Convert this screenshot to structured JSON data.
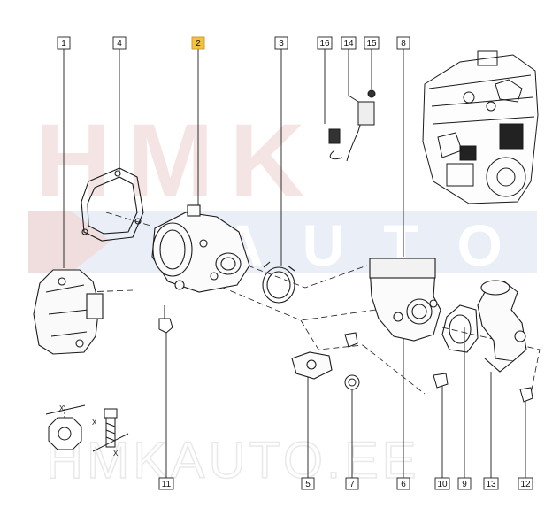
{
  "watermark": {
    "brand_top": "HMK",
    "brand_band": "AUTO",
    "brand_bottom": "HMKAUTO.EE",
    "band_color": "#e8edf6",
    "wm_color": "#f3dede"
  },
  "colors": {
    "line": "#1a1a1a",
    "highlight_box": "#f6c142",
    "callout_border": "#222222"
  },
  "callouts": [
    {
      "id": "1",
      "label": "1",
      "highlighted": false
    },
    {
      "id": "4",
      "label": "4",
      "highlighted": false
    },
    {
      "id": "2",
      "label": "2",
      "highlighted": true
    },
    {
      "id": "3",
      "label": "3",
      "highlighted": false
    },
    {
      "id": "16",
      "label": "16",
      "highlighted": false
    },
    {
      "id": "14",
      "label": "14",
      "highlighted": false
    },
    {
      "id": "15",
      "label": "15",
      "highlighted": false
    },
    {
      "id": "8",
      "label": "8",
      "highlighted": false
    },
    {
      "id": "11",
      "label": "11",
      "highlighted": false
    },
    {
      "id": "5",
      "label": "5",
      "highlighted": false
    },
    {
      "id": "7",
      "label": "7",
      "highlighted": false
    },
    {
      "id": "6",
      "label": "6",
      "highlighted": false
    },
    {
      "id": "10",
      "label": "10",
      "highlighted": false
    },
    {
      "id": "9",
      "label": "9",
      "highlighted": false
    },
    {
      "id": "13",
      "label": "13",
      "highlighted": false
    },
    {
      "id": "12",
      "label": "12",
      "highlighted": false
    }
  ],
  "tighten_markers": [
    "X",
    "X",
    "X"
  ]
}
